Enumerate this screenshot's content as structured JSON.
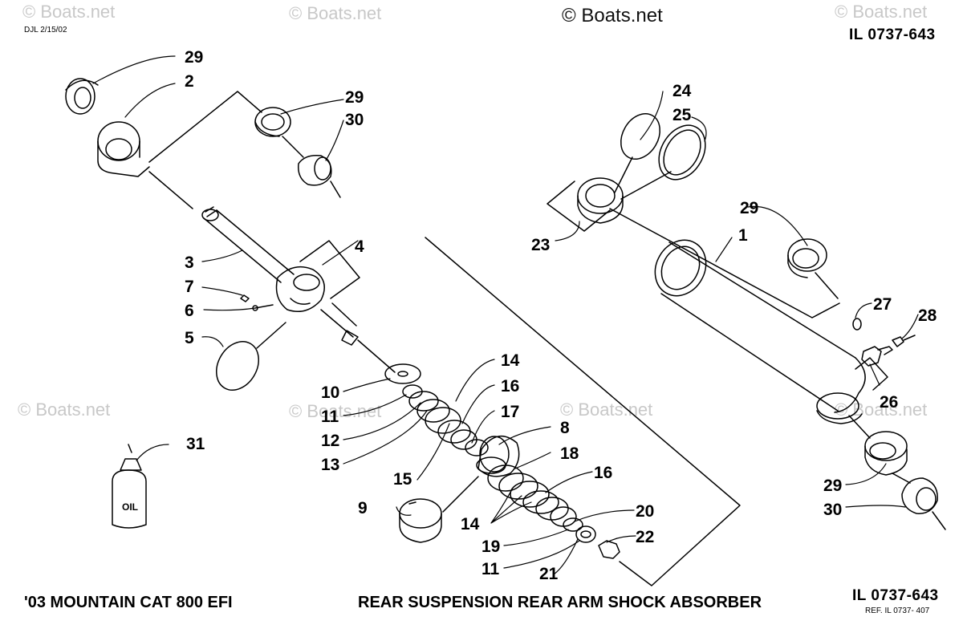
{
  "watermarks": {
    "main": "© Boats.net",
    "faint": "© Boats.net"
  },
  "header": {
    "drawn_by": "DJL 2/15/02",
    "illustration_code": "IL 0737-643"
  },
  "footer": {
    "model": "'03 MOUNTAIN CAT  800 EFI",
    "title": "REAR SUSPENSION REAR ARM SHOCK ABSORBER",
    "illustration_code": "IL 0737-643",
    "reference": "REF. IL 0737- 407"
  },
  "oil_bottle_label": "OIL",
  "callouts": [
    "29",
    "2",
    "29",
    "30",
    "24",
    "25",
    "29",
    "1",
    "23",
    "4",
    "3",
    "7",
    "6",
    "5",
    "27",
    "28",
    "26",
    "14",
    "16",
    "10",
    "11",
    "17",
    "12",
    "8",
    "13",
    "18",
    "15",
    "16",
    "29",
    "30",
    "9",
    "14",
    "20",
    "19",
    "22",
    "11",
    "21",
    "31"
  ]
}
